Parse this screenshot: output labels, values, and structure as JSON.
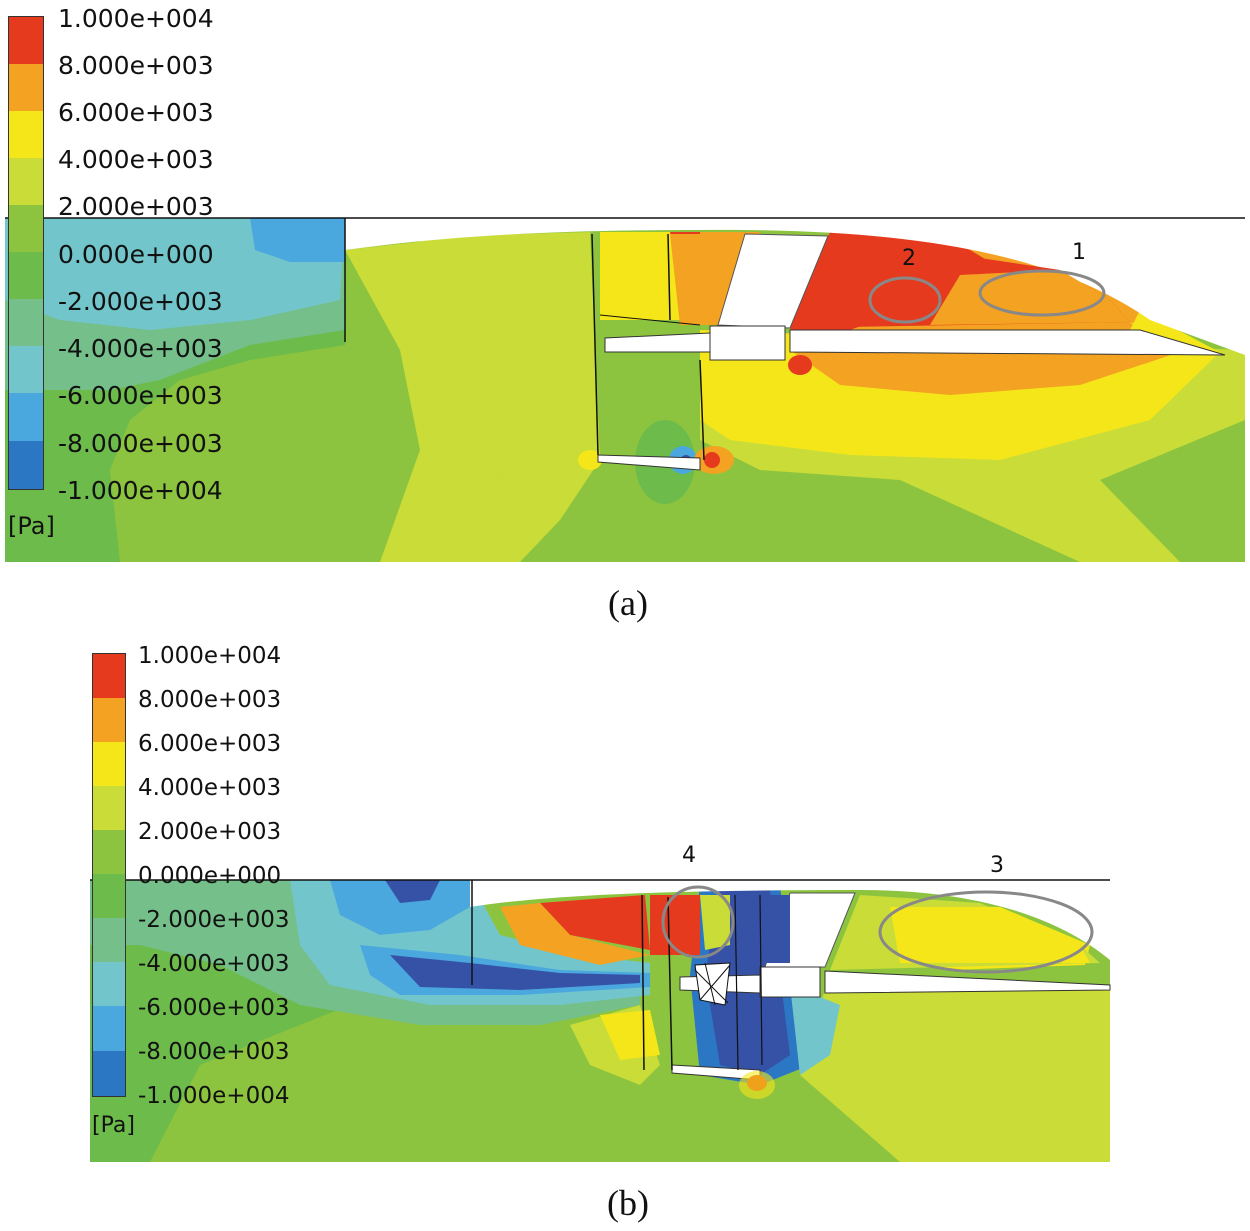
{
  "unit": "[Pa]",
  "legend_labels": [
    "1.000e+004",
    "8.000e+003",
    "6.000e+003",
    "4.000e+003",
    "2.000e+003",
    "0.000e+000",
    "-2.000e+003",
    "-4.000e+003",
    "-6.000e+003",
    "-8.000e+003",
    "-1.000e+004"
  ],
  "legend_colors": [
    "#e63a1f",
    "#f4a221",
    "#f5e61a",
    "#c9dc37",
    "#8dc43f",
    "#6dbb4a",
    "#74bf8a",
    "#72c6cb",
    "#4aa8df",
    "#2c77c3",
    "#3652a6"
  ],
  "panel_a": {
    "caption": "(a)",
    "regions": [
      "2",
      "1"
    ]
  },
  "panel_b": {
    "caption": "(b)",
    "regions": [
      "4",
      "3"
    ]
  }
}
